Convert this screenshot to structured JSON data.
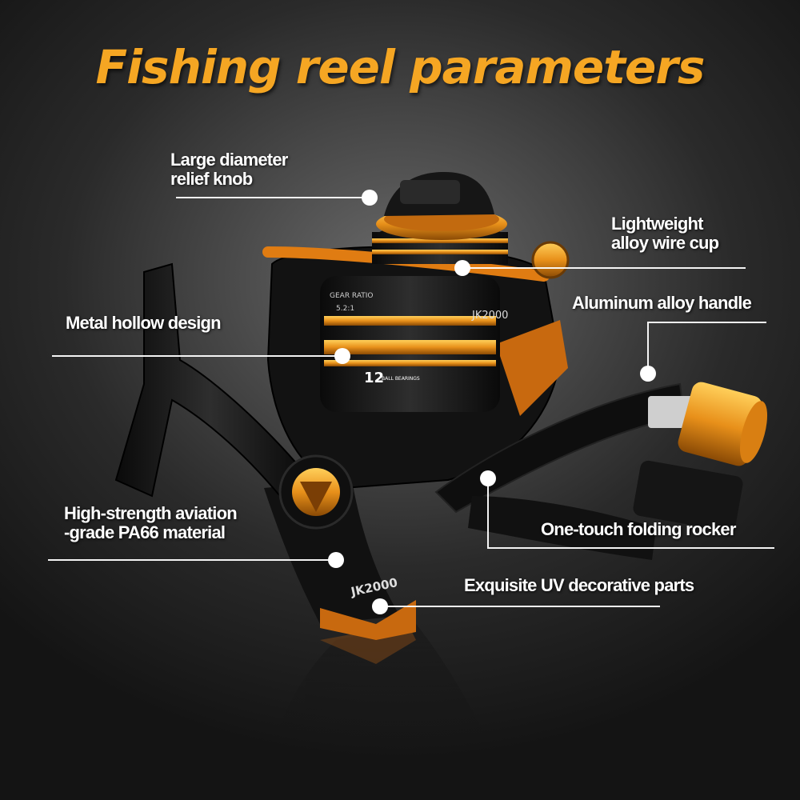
{
  "title": "Fishing reel parameters",
  "colors": {
    "title": "#f5a623",
    "accent": "#e8901a",
    "line": "#ffffff",
    "background": "#2b2b2b"
  },
  "product": {
    "model_text": "JK2000",
    "spool_model_text": "JK2000",
    "gear_ratio_label": "GEAR RATIO",
    "gear_ratio": "5.2:1",
    "bearings_count": "12",
    "bearings_label": "BALL BEARINGS"
  },
  "callouts": [
    {
      "name": "knob",
      "lines": [
        "Large diameter",
        "relief knob"
      ]
    },
    {
      "name": "wire-cup",
      "lines": [
        "Lightweight",
        "alloy wire cup"
      ]
    },
    {
      "name": "handle",
      "lines": [
        "Aluminum alloy handle"
      ]
    },
    {
      "name": "hollow",
      "lines": [
        "Metal hollow design"
      ]
    },
    {
      "name": "material",
      "lines": [
        "High-strength aviation",
        "-grade PA66 material"
      ]
    },
    {
      "name": "rocker",
      "lines": [
        "One-touch folding rocker"
      ]
    },
    {
      "name": "uv-parts",
      "lines": [
        "Exquisite UV decorative parts"
      ]
    }
  ]
}
